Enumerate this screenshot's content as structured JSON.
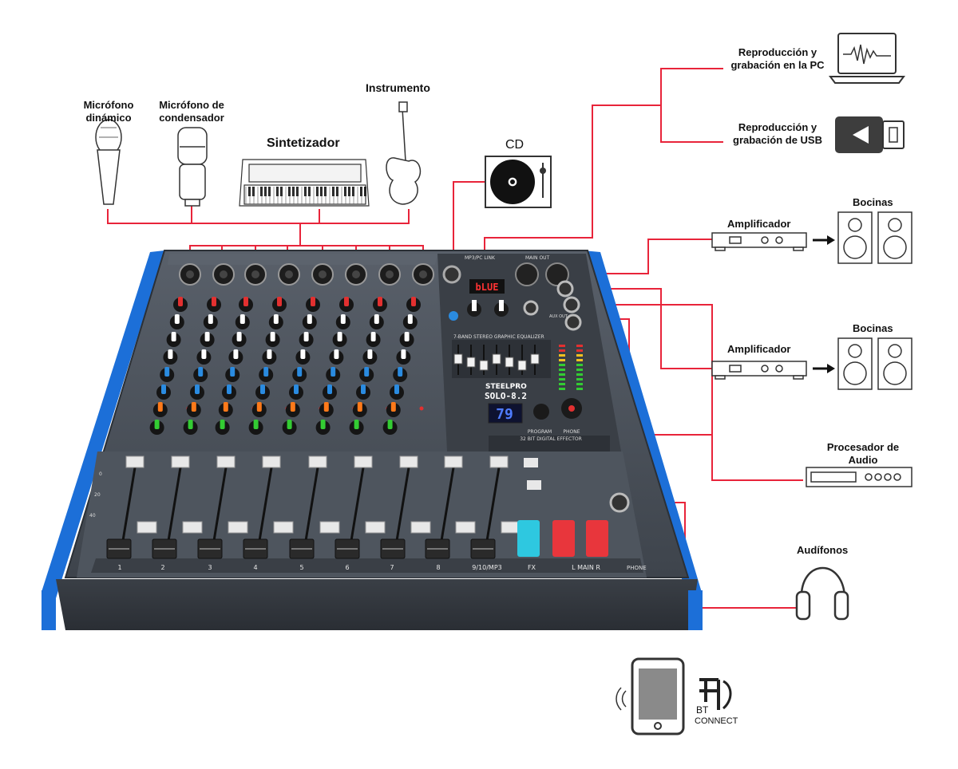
{
  "labels": {
    "mic_dynamic": "Micrófono dinámico",
    "mic_condenser": "Micrófono de condensador",
    "synth": "Sintetizador",
    "instrument": "Instrumento",
    "cd": "CD",
    "pc": "Reproducción y grabación en la PC",
    "usb": "Reproducción y grabación de USB",
    "amp1": "Amplificador",
    "speakers1": "Bocinas",
    "amp2": "Amplificador",
    "speakers2": "Bocinas",
    "processor": "Procesador de Audio",
    "headphones": "Audífonos",
    "bt": "BT",
    "bt_connect": "CONNECT"
  },
  "mixer": {
    "brand": "STEELPRO",
    "model": "SOLO-8.2",
    "display_value": "79",
    "bt_display": "bLUE",
    "effector_title": "32 BIT DIGITAL EFFECTOR",
    "eq_title": "7-BAND STEREO GRAPHIC EQUALIZER",
    "knob_program": "PROGRAM",
    "knob_phone": "PHONE",
    "input_section": "MP3/PC LINK",
    "main_out": "MAIN OUT",
    "aux_out": "AUX OUT",
    "phone": "PHONE",
    "channel_labels": [
      "1",
      "2",
      "3",
      "4",
      "5",
      "6",
      "7",
      "8",
      "9/10/MP3",
      "FX",
      "L  MAIN  R"
    ],
    "fader_scale": [
      "0",
      "20",
      "40"
    ]
  },
  "colors": {
    "cable": "#e8243a",
    "mixer_blue": "#1c6fd8",
    "mixer_body": "#4a5058",
    "knob_blue": "#2a8be0",
    "knob_orange": "#ff7a1a",
    "knob_green": "#33cc33",
    "knob_red": "#e23030",
    "fader_cyan": "#2ec8e0",
    "fader_red": "#e8363c"
  },
  "icons": [
    "microphone-icon",
    "condenser-mic-icon",
    "keyboard-synth-icon",
    "guitar-icon",
    "cd-player-icon",
    "laptop-icon",
    "usb-drive-icon",
    "amplifier-icon",
    "speaker-icon",
    "audio-processor-icon",
    "headphones-icon",
    "smartphone-icon",
    "bluetooth-icon"
  ]
}
